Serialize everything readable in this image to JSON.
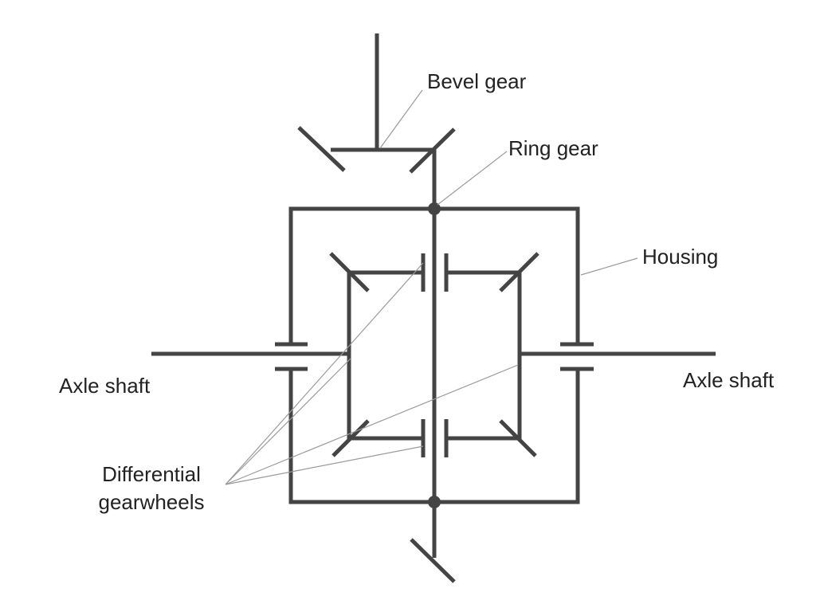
{
  "labels": {
    "bevel_gear": "Bevel gear",
    "ring_gear": "Ring gear",
    "housing": "Housing",
    "axle_shaft_left": "Axle shaft",
    "axle_shaft_right": "Axle shaft",
    "differential_gearwheels_line1": "Differential",
    "differential_gearwheels_line2": "gearwheels"
  },
  "colors": {
    "line": "#444444",
    "leader": "#9a9a9a",
    "text": "#222222",
    "background": "#ffffff"
  }
}
